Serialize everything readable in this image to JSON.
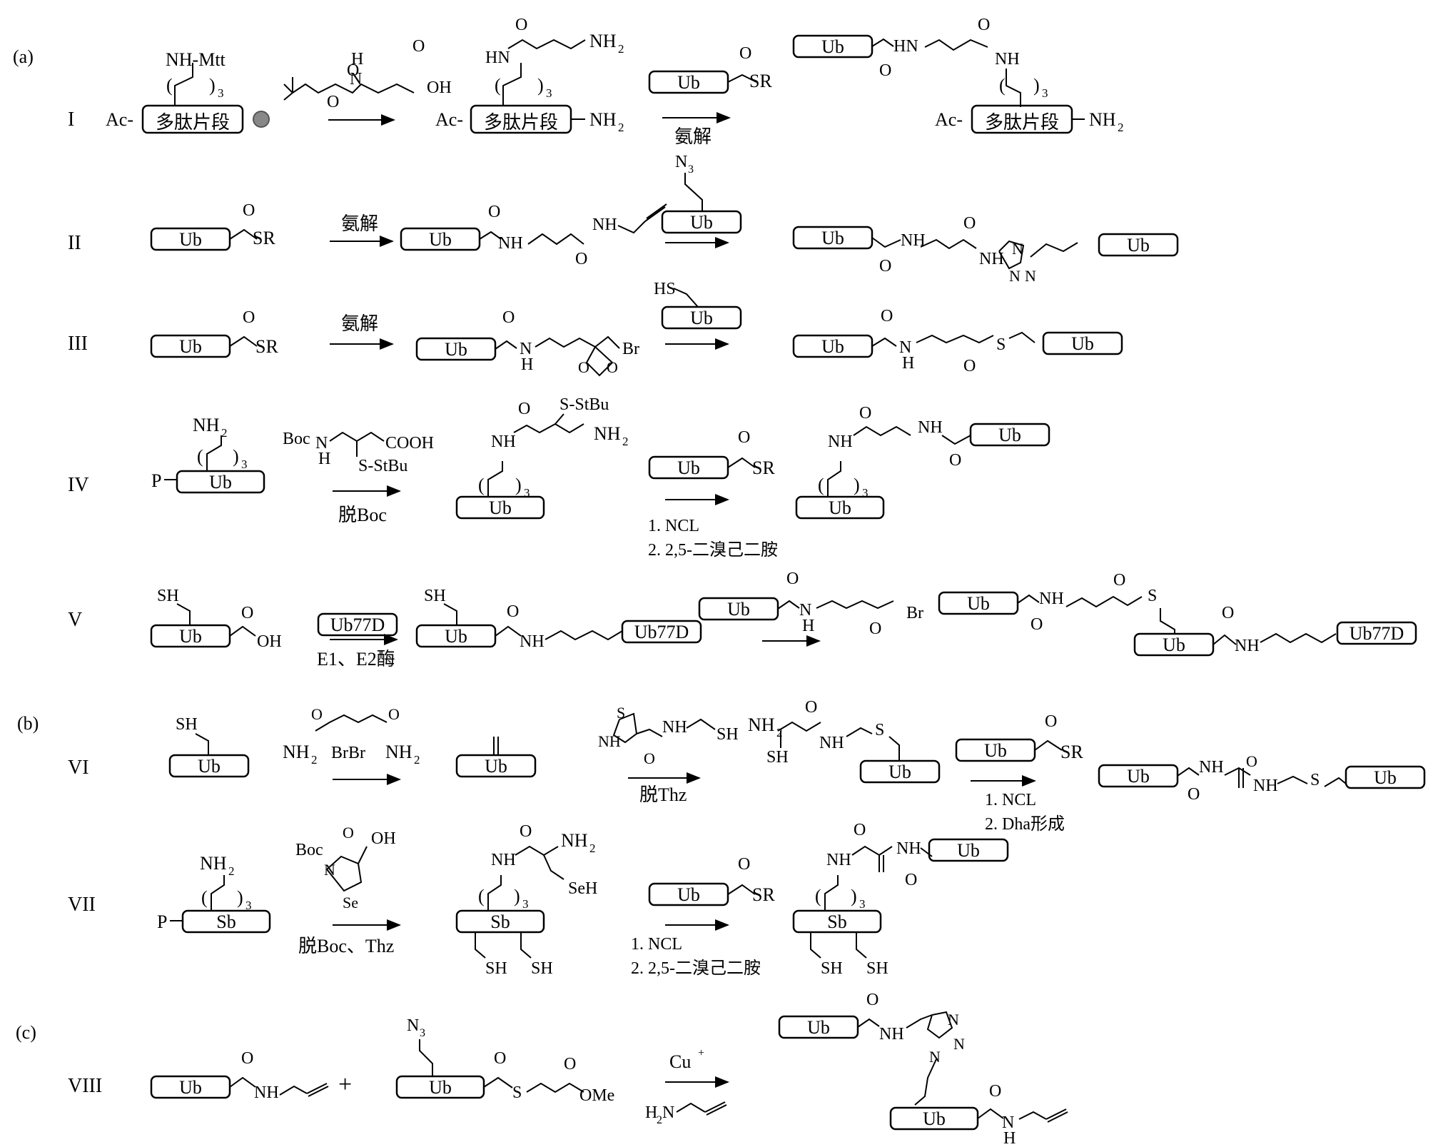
{
  "sections": {
    "a": "(a)",
    "b": "(b)",
    "c": "(c)"
  },
  "rows": {
    "I": "I",
    "II": "II",
    "III": "III",
    "IV": "IV",
    "V": "V",
    "VI": "VI",
    "VII": "VII",
    "VIII": "VIII"
  },
  "boxes": {
    "ub": "Ub",
    "peptide": "多肽片段",
    "ub77d": "Ub77D",
    "sb": "Sb"
  },
  "groups": {
    "nh_mtt": "NH-Mtt",
    "ac": "Ac-",
    "nh2": "NH",
    "sub2": "2",
    "sub3": "3",
    "oh": "OH",
    "o": "O",
    "n": "N",
    "h": "H",
    "hn": "HN",
    "nh": "NH",
    "sr": "SR",
    "n3": "N",
    "hs": "HS",
    "sh": "SH",
    "s": "S",
    "br": "Br",
    "s_stbu": "S-StBu",
    "boc": "Boc",
    "cooh": "COOH",
    "p": "P",
    "brbr": "BrBr",
    "se": "Se",
    "seh": "SeH",
    "ome": "OMe",
    "plus": "+",
    "triazole_n": "N",
    "paren_open": "(",
    "paren_close": ")"
  },
  "reagents": {
    "aminolysis": "氨解",
    "deboc": "脱Boc",
    "ncl": "1. NCL",
    "dibromo": "2. 2,5-二溴己二胺",
    "e1e2": "E1、E2酶",
    "dethz": "脱Thz",
    "dha": "2. Dha形成",
    "deboc_thz": "脱Boc、Thz",
    "cu": "Cu",
    "cu_sup": "+",
    "h2n": "H",
    "h2n_n": "N"
  }
}
